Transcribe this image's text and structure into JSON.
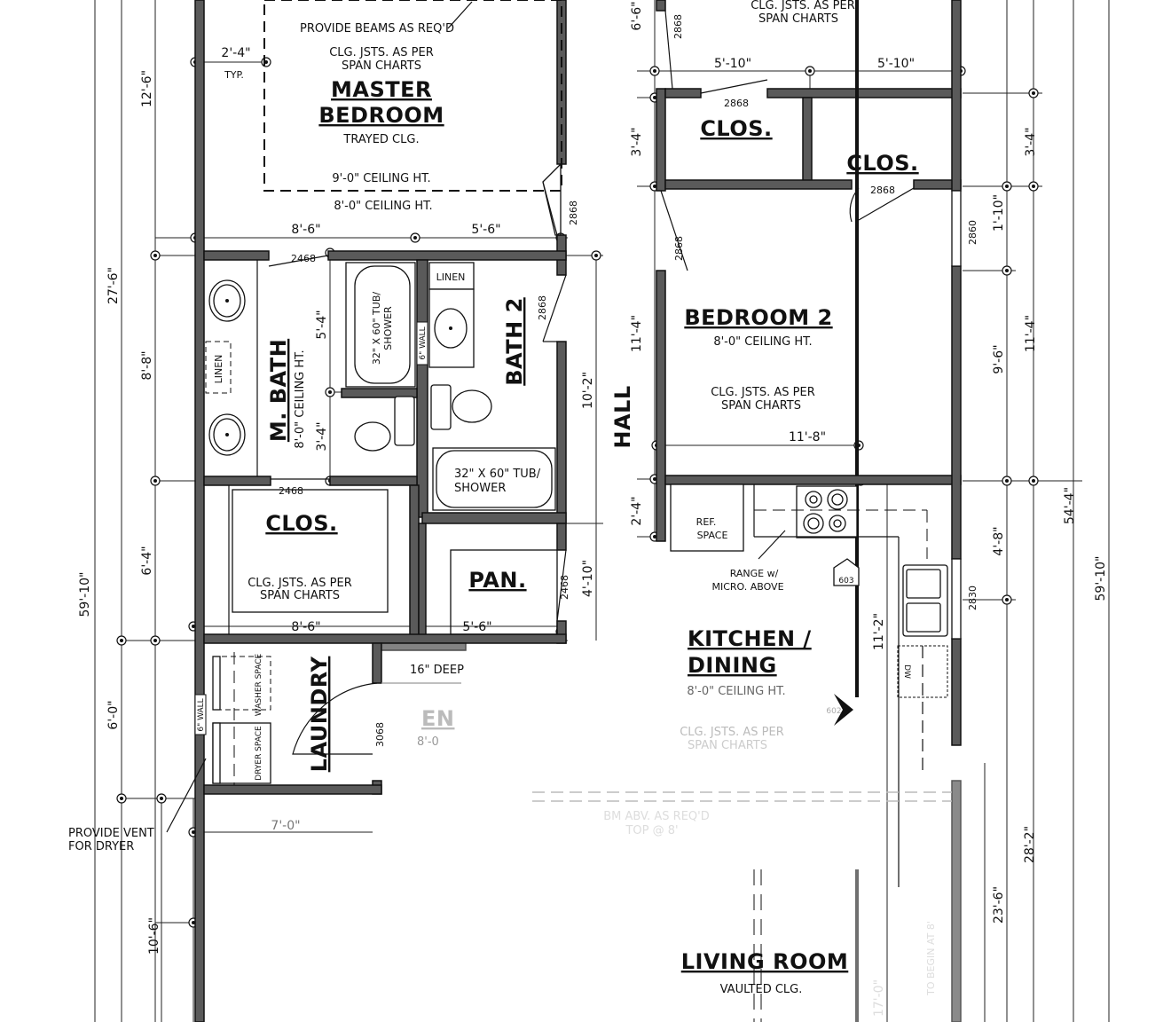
{
  "master_bedroom": {
    "title_1": "MASTER",
    "title_2": "BEDROOM",
    "ceiling_type": "TRAYED CLG.",
    "tray_height": "9'-0\" CEILING HT.",
    "ceiling_height": "8'-0\" CEILING HT.",
    "beam_note": "PROVIDE BEAMS AS REQ'D",
    "joist_note_1": "CLG. JSTS. AS PER",
    "joist_note_2": "SPAN CHARTS"
  },
  "master_bath": {
    "title": "M. BATH",
    "ceiling_height": "8'-0\" CEILING HT.",
    "linen": "LINEN",
    "tub_1": "32\" X 60\" TUB/",
    "tub_2": "SHOWER",
    "wall_note": "6\" WALL"
  },
  "bath_2": {
    "title": "BATH 2",
    "linen": "LINEN",
    "tub_1": "32\" X 60\" TUB/",
    "tub_2": "SHOWER"
  },
  "master_closet": {
    "title": "CLOS.",
    "joist_note_1": "CLG. JSTS. AS PER",
    "joist_note_2": "SPAN CHARTS"
  },
  "pantry": {
    "title": "PAN."
  },
  "laundry": {
    "title": "LAUNDRY",
    "washer": "WASHER SPACE",
    "dryer": "DRYER SPACE",
    "wall_note": "6\" WALL",
    "vent_note_1": "PROVIDE VENT",
    "vent_note_2": "FOR DRYER"
  },
  "entry": {
    "title": "EN",
    "ceiling_height": "8'-0",
    "shelf_note": "16\" DEEP"
  },
  "hall": {
    "title": "HALL"
  },
  "bedroom_3_partial": {
    "joist_note_1": "CLG. JSTS. AS PER",
    "joist_note_2": "SPAN CHARTS"
  },
  "closet_1": {
    "title": "CLOS."
  },
  "closet_2": {
    "title": "CLOS."
  },
  "bedroom_2": {
    "title": "BEDROOM 2",
    "ceiling_height": "8'-0\" CEILING HT.",
    "joist_note_1": "CLG. JSTS. AS PER",
    "joist_note_2": "SPAN CHARTS"
  },
  "kitchen": {
    "title_1": "KITCHEN /",
    "title_2": "DINING",
    "ceiling_height": "8'-0\" CEILING HT.",
    "ref_1": "REF.",
    "ref_2": "SPACE",
    "range_1": "RANGE w/",
    "range_2": "MICRO. ABOVE",
    "dw": "DW",
    "section_603": "603",
    "section_602": "602",
    "joist_note_1": "CLG. JSTS. AS PER",
    "joist_note_2": "SPAN CHARTS"
  },
  "living_room": {
    "title": "LIVING ROOM",
    "ceiling_type": "VAULTED CLG.",
    "beam_note_1": "BM ABV. AS REQ'D",
    "beam_note_2": "TOP @ 8'",
    "vault_note": "TO BEGIN AT 8'"
  },
  "openings": {
    "door_2868": "2868",
    "door_2468": "2468",
    "door_3068": "3068",
    "window_2860": "2860",
    "window_2830": "2830"
  },
  "dimensions": {
    "overall_left": "59'-10\"",
    "overall_right": "59'-10\"",
    "left_27_6": "27'-6\"",
    "left_12_6": "12'-6\"",
    "left_8_8": "8'-8\"",
    "left_6_4": "6'-4\"",
    "left_6_0": "6'-0\"",
    "left_10_6": "10'-6\"",
    "typ_2_4": "2'-4\"",
    "typ_label": "TYP.",
    "mbr_8_6": "8'-6\"",
    "mbr_5_6": "5'-6\"",
    "clos_8_6": "8'-6\"",
    "pan_5_6": "5'-6\"",
    "mbath_5_4": "5'-4\"",
    "mbath_3_4": "3'-4\"",
    "bath2_10_2": "10'-2\"",
    "pan_4_10": "4'-10\"",
    "hall_6_6": "6'-6\"",
    "hall_3_4": "3'-4\"",
    "hall_11_4": "11'-4\"",
    "hall_2_4": "2'-4\"",
    "top_5_10_a": "5'-10\"",
    "top_5_10_b": "5'-10\"",
    "bed2_11_8": "11'-8\"",
    "laundry_7_0": "7'-0\"",
    "right_1_10": "1'-10\"",
    "right_9_6": "9'-6\"",
    "right_4_8": "4'-8\"",
    "right_3_4": "3'-4\"",
    "right_11_4": "11'-4\"",
    "right_54_4": "54'-4\"",
    "right_28_2": "28'-2\"",
    "right_23_6": "23'-6\"",
    "kitchen_11_2": "11'-2\"",
    "living_17_0": "17'-0\""
  },
  "colors": {
    "wall_fill": "#5a5a5a",
    "line": "#111111",
    "background": "#ffffff"
  }
}
